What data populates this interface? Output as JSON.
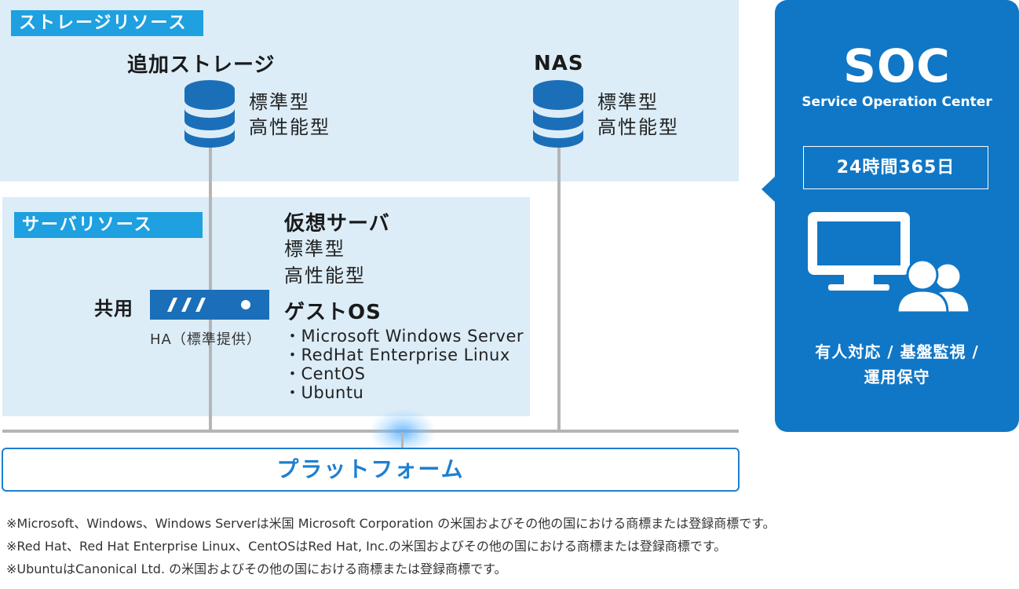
{
  "storage": {
    "tag": "ストレージリソース",
    "additional": {
      "title": "追加ストレージ",
      "types": [
        "標準型",
        "高性能型"
      ],
      "icon": "database-icon"
    },
    "nas": {
      "title": "NAS",
      "types": [
        "標準型",
        "高性能型"
      ],
      "icon": "database-icon"
    }
  },
  "server": {
    "tag": "サーバリソース",
    "shared_label": "共用",
    "ha_label": "HA（標準提供）",
    "virtual": {
      "title": "仮想サーバ",
      "types": [
        "標準型",
        "高性能型"
      ]
    },
    "guest_os": {
      "title": "ゲストOS",
      "items": [
        "・Microsoft Windows Server",
        "・RedHat Enterprise Linux",
        "・CentOS",
        "・Ubuntu"
      ]
    }
  },
  "platform": {
    "label": "プラットフォーム"
  },
  "soc": {
    "title": "SOC",
    "subtitle": "Service Operation Center",
    "hours": "24時間365日",
    "services_line1": "有人対応 / 基盤監視 /",
    "services_line2": "運用保守",
    "icon": "monitor-people-icon"
  },
  "notes": [
    "※Microsoft、Windows、Windows Serverは米国 Microsoft Corporation の米国およびその他の国における商標または登録商標です。",
    "※Red Hat、Red Hat Enterprise Linux、CentOSはRed Hat, Inc.の米国およびその他の国における商標または登録商標です。",
    "※UbuntuはCanonical Ltd. の米国およびその他の国における商標または登録商標です。"
  ],
  "colors": {
    "panel_bg": "#dcedf8",
    "tag_blue": "#1fa0e0",
    "primary_blue": "#1f7fd0",
    "icon_blue": "#1b6fb8",
    "soc_blue": "#1077c6",
    "line_gray": "#b5b5b5"
  }
}
